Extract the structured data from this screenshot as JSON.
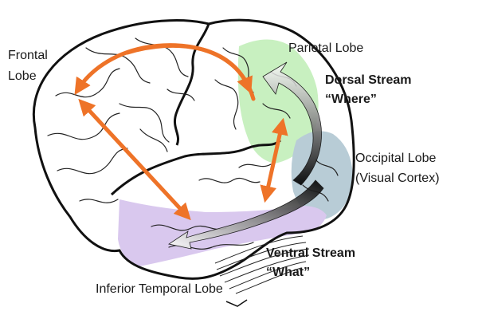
{
  "labels": {
    "frontal": [
      "Frontal",
      "Lobe"
    ],
    "parietal": "Parietal Lobe",
    "dorsal": [
      "Dorsal Stream",
      "“Where”"
    ],
    "occipital": [
      "Occipital Lobe",
      "(Visual Cortex)"
    ],
    "ventral": [
      "Ventral Stream",
      "“What”"
    ],
    "inferior_temporal": "Inferior Temporal Lobe"
  },
  "colors": {
    "parietal_region": "#c8f0c0",
    "occipital_region": "#b8ccd6",
    "temporal_region": "#d9c8ee",
    "arrows": "#ee7328",
    "outline": "#111111",
    "stream_dark": "#111111"
  }
}
